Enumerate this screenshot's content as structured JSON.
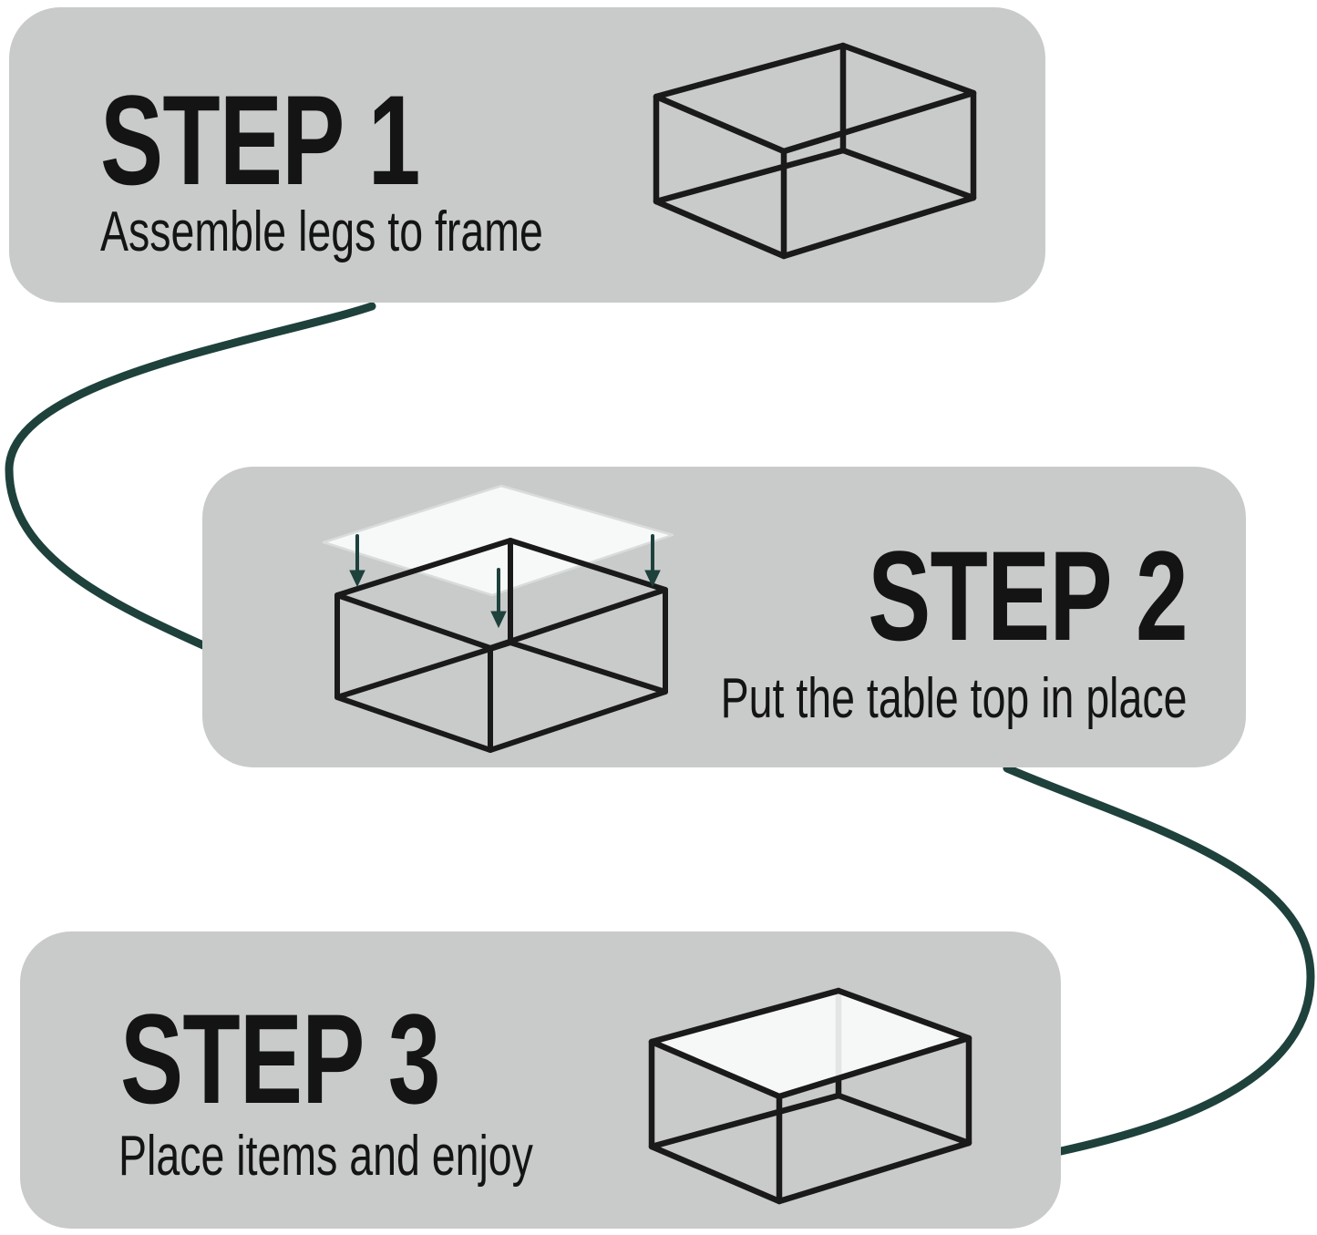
{
  "page": {
    "background": "#ffffff",
    "type": "assembly-instructions-infographic"
  },
  "colors": {
    "card_bg": "#c9cbca",
    "text": "#141414",
    "connector": "#1e413c",
    "frame_stroke": "#1a1a1a",
    "glass_fill": "#fbfcfc",
    "glass_edge": "#d9dcdc",
    "arrow": "#1e413c"
  },
  "steps": [
    {
      "title": "STEP 1",
      "description": "Assemble legs to frame",
      "illustration": "bare-table-frame"
    },
    {
      "title": "STEP 2",
      "description": "Put the table top in place",
      "illustration": "glass-top-lowering-onto-frame-with-arrows"
    },
    {
      "title": "STEP 3",
      "description": "Place items and enjoy",
      "illustration": "assembled-table-with-glass-top"
    }
  ],
  "connectors": [
    {
      "name": "curve-step1-to-step2",
      "side": "left"
    },
    {
      "name": "curve-step2-to-step3",
      "side": "right"
    }
  ]
}
